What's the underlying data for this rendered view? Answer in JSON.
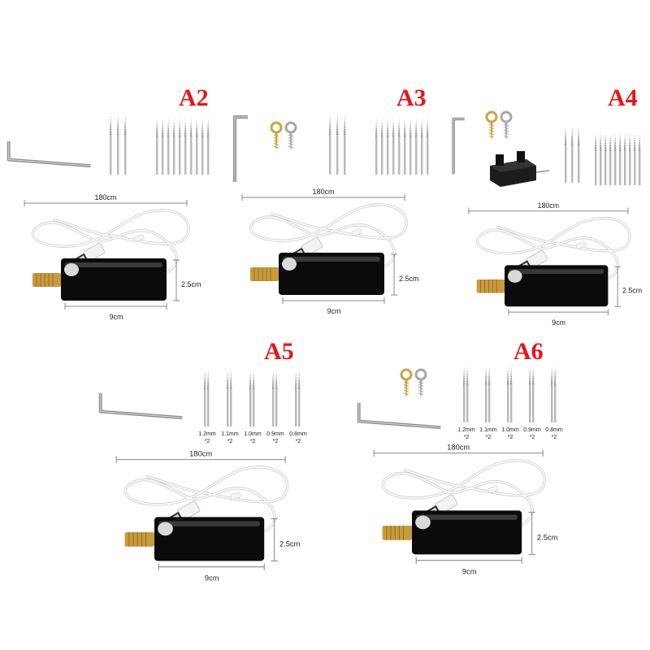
{
  "accent_color": "#e8141b",
  "specs": {
    "cable_length": "180cm",
    "body_diameter": "2.5cm",
    "body_length": "9cm"
  },
  "bit_sizes": [
    {
      "size": "1.2mm",
      "qty": "*2"
    },
    {
      "size": "1.1mm",
      "qty": "*2"
    },
    {
      "size": "1.0mm",
      "qty": "*2"
    },
    {
      "size": "0.9mm",
      "qty": "*2"
    },
    {
      "size": "0.8mm",
      "qty": "*2"
    }
  ],
  "panels": [
    {
      "label": "A2"
    },
    {
      "label": "A3"
    },
    {
      "label": "A4"
    },
    {
      "label": "A5"
    },
    {
      "label": "A6"
    }
  ]
}
